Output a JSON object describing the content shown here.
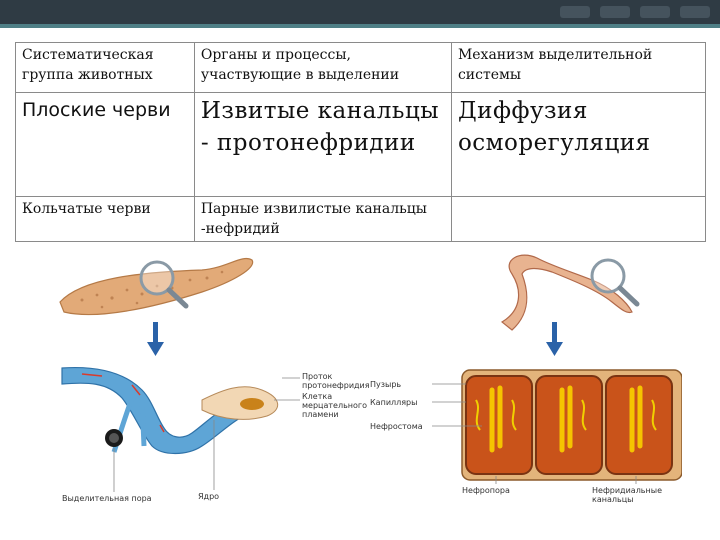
{
  "table": {
    "headers": [
      "Систематическая группа животных",
      "Органы и процессы, участвующие в выделении",
      "Механизм выделительной системы"
    ],
    "rows": [
      [
        "Плоские черви",
        "Извитые канальцы - протонефридии",
        "Диффузия осморегуляция"
      ],
      [
        "Кольчатые черви",
        "Парные извилистые канальцы -нефридий",
        ""
      ]
    ]
  },
  "figure": {
    "left_labels": {
      "duct": "Проток протонефридия",
      "flame_cell": "Клетка мерцательного пламени",
      "excretory_pore": "Выделительная пора",
      "nucleus": "Ядро"
    },
    "right_labels": {
      "bladder": "Пузырь",
      "capillaries": "Капилляры",
      "nephrostome": "Нефростома",
      "nephropore": "Нефропора",
      "nephridial_canal": "Нефридиальные канальцы"
    }
  },
  "colors": {
    "topbar": "#2f3b44",
    "accent": "#4f7f86",
    "border": "#8a8a8a",
    "protonephridium": "#5ea5d6",
    "worm_body": "#e2aa78",
    "segment_fill": "#c9531a",
    "arrow": "#2a62a8"
  }
}
